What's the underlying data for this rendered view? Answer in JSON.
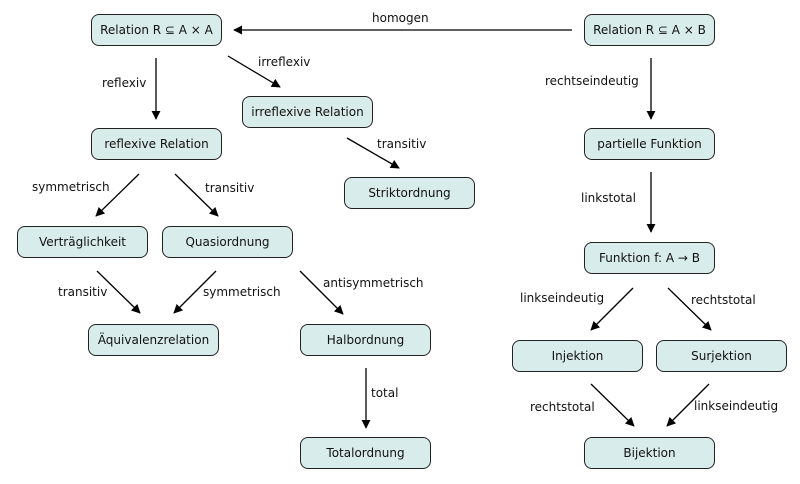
{
  "nodes": {
    "relAA": "Relation R ⊆ A × A",
    "relAB": "Relation R ⊆ A × B",
    "irreflexiveRel": "irreflexive Relation",
    "reflexiveRel": "reflexive Relation",
    "partielleFunktion": "partielle Funktion",
    "striktordnung": "Striktordnung",
    "vertraeglichkeit": "Verträglichkeit",
    "quasiordnung": "Quasiordnung",
    "funktion": "Funktion f: A → B",
    "aequivalenz": "Äquivalenzrelation",
    "halbordnung": "Halbordnung",
    "injektion": "Injektion",
    "surjektion": "Surjektion",
    "totalordnung": "Totalordnung",
    "bijektion": "Bijektion"
  },
  "edges": {
    "homogen": "homogen",
    "irreflexiv": "irreflexiv",
    "reflexiv": "reflexiv",
    "rechtseindeutig": "rechtseindeutig",
    "transitivIrr": "transitiv",
    "symmetrischRefl": "symmetrisch",
    "transitivRefl": "transitiv",
    "linkstotal": "linkstotal",
    "transitivVert": "transitiv",
    "symmetrischQuasi": "symmetrisch",
    "antisymmetrisch": "antisymmetrisch",
    "linkseindeutigFn": "linkseindeutig",
    "rechtstotalFn": "rechtstotal",
    "total": "total",
    "rechtstotalInj": "rechtstotal",
    "linkseindeutigSurj": "linkseindeutig"
  },
  "colors": {
    "node_fill": "#d9ecec",
    "node_border": "#222222",
    "edge": "#000000"
  }
}
